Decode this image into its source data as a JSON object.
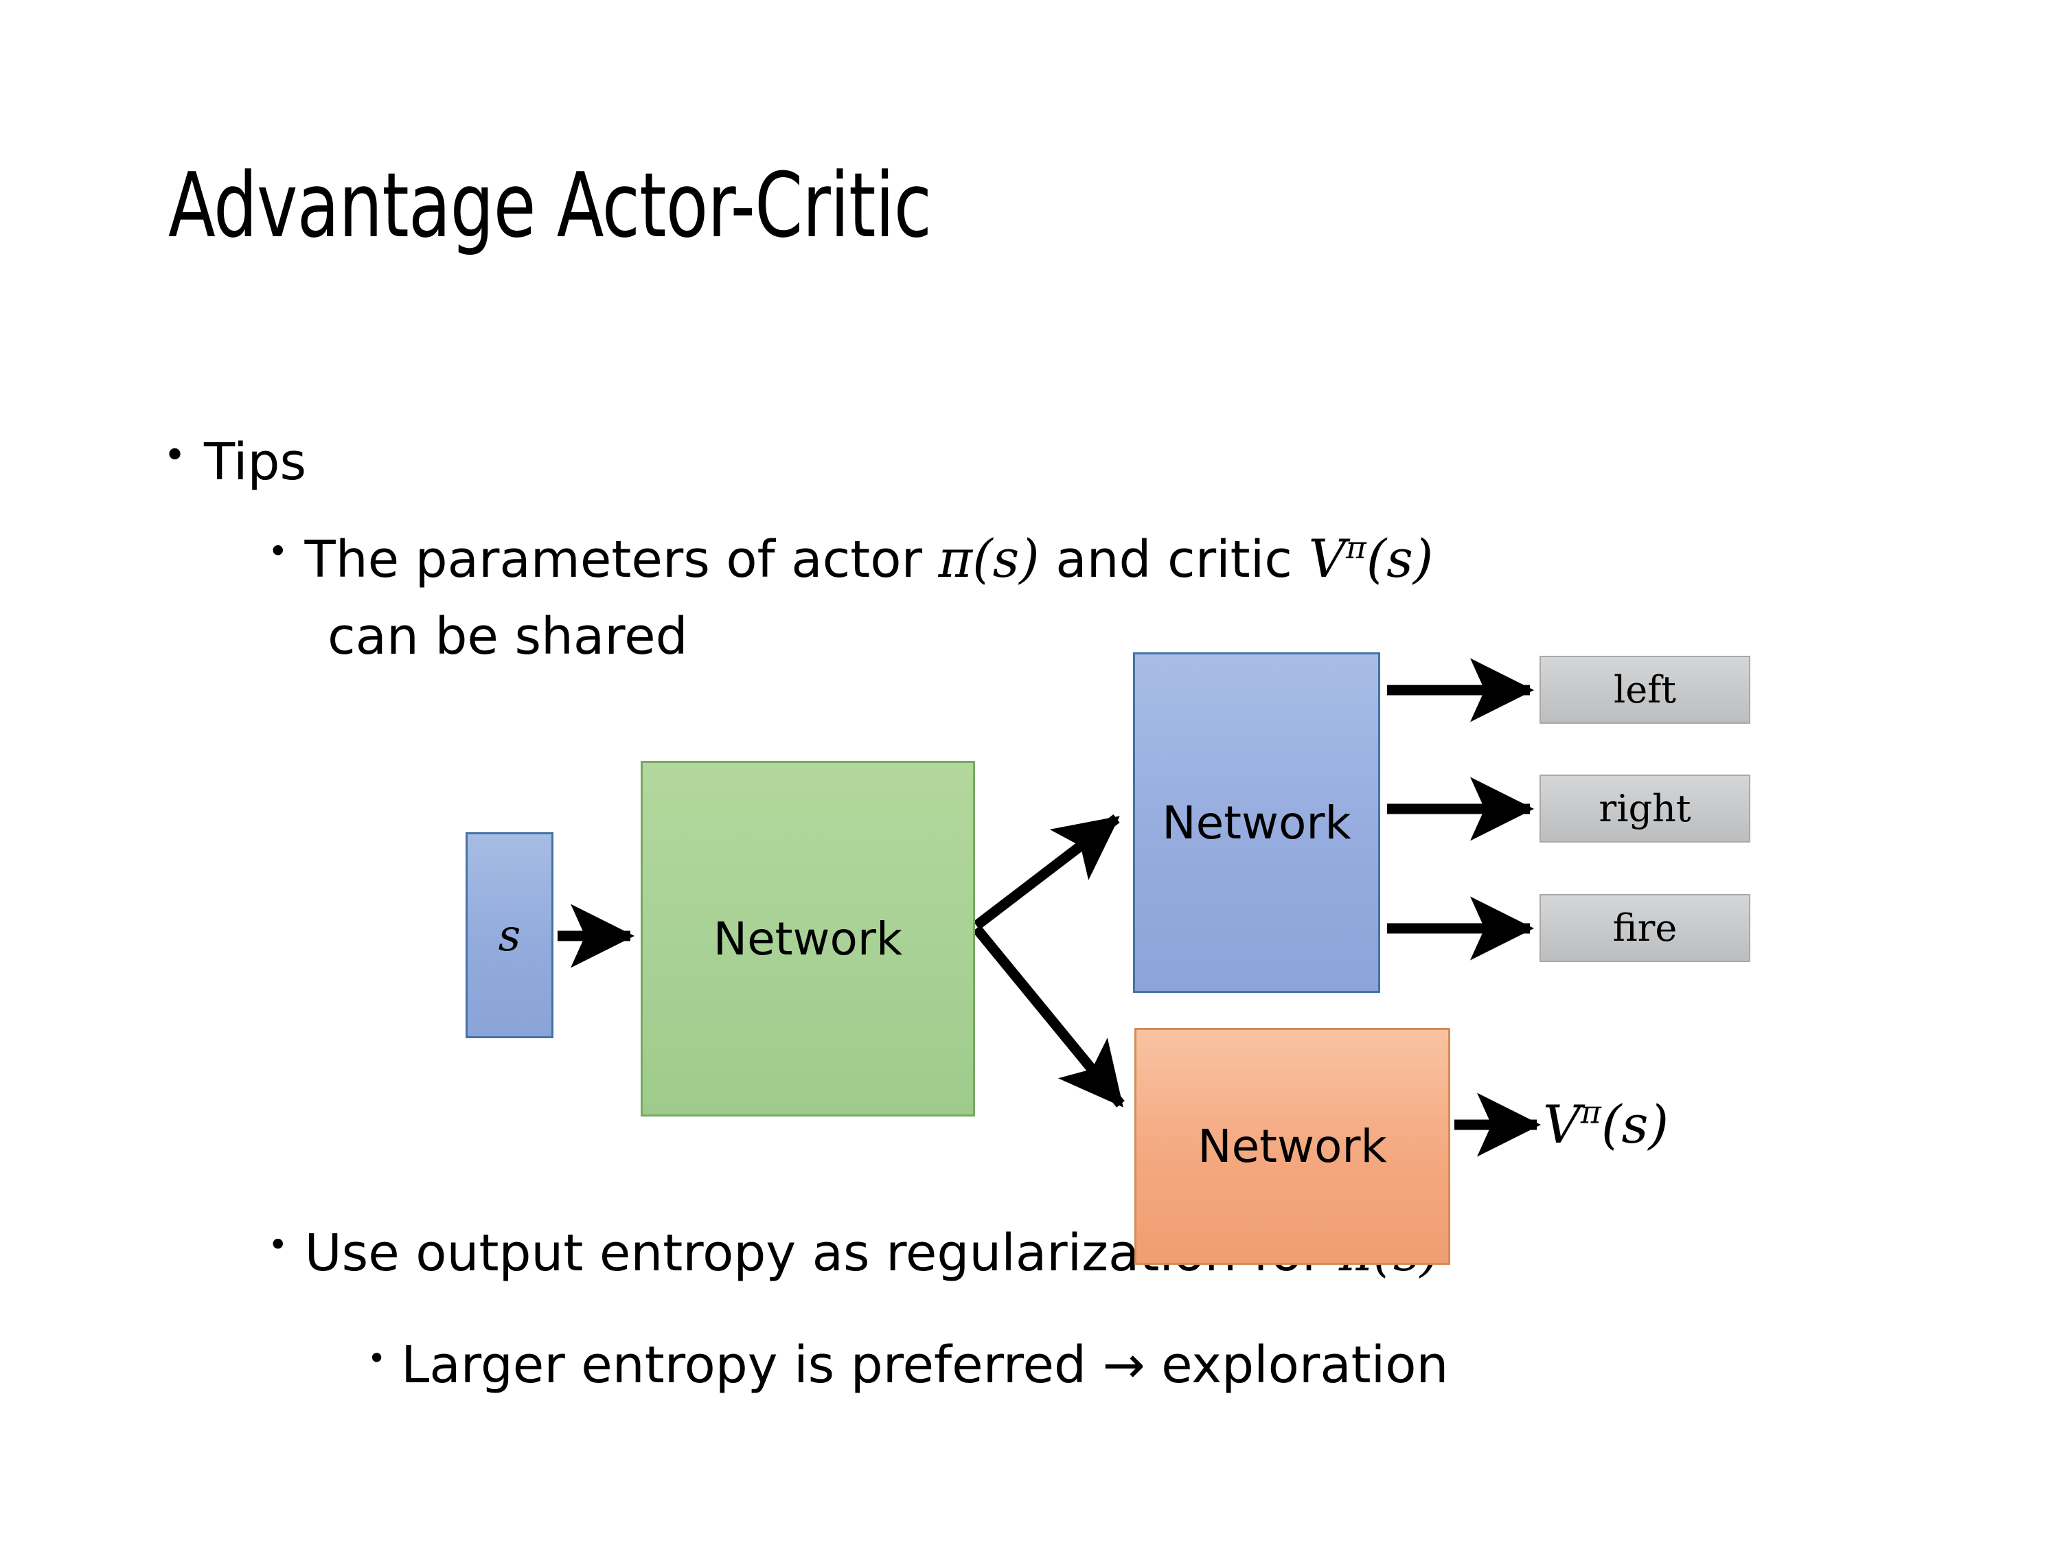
{
  "slide": {
    "title": "Advantage Actor-Critic",
    "background": "#ffffff"
  },
  "bullets": {
    "tips": {
      "marker": "•",
      "text": "Tips"
    },
    "parameters": {
      "marker": "•",
      "line1_pre": "The parameters of actor ",
      "line1_math_actor_pi": "π",
      "line1_math_actor_arg": "(s)",
      "line1_mid": "  and critic ",
      "line1_math_critic_V": "V",
      "line1_math_critic_sup": "π",
      "line1_math_critic_arg": "(s)",
      "line2": "can be shared"
    },
    "entropy": {
      "marker": "•",
      "text_pre": "Use output entropy as regularization for ",
      "math_pi": "π",
      "math_arg": "(s)"
    },
    "exploration": {
      "marker": "•",
      "text": "Larger entropy is preferred → exploration"
    }
  },
  "diagram": {
    "state_box": {
      "label": "s",
      "fill": "#92ABDC",
      "border": "#4472a8"
    },
    "shared_network": {
      "label": "Network",
      "fill": "#A8D195",
      "border": "#76a861"
    },
    "actor_network": {
      "label": "Network",
      "fill": "#96ACDE",
      "border": "#4472a8"
    },
    "critic_network": {
      "label": "Network",
      "fill": "#F4A87F",
      "border": "#d98b52"
    },
    "actions": [
      {
        "label": "left",
        "fill": "#C6C8CA",
        "border": "#a6a8aa"
      },
      {
        "label": "right",
        "fill": "#C6C8CA",
        "border": "#a6a8aa"
      },
      {
        "label": "fire",
        "fill": "#C6C8CA",
        "border": "#a6a8aa"
      }
    ],
    "critic_output": {
      "V": "V",
      "sup": "π",
      "arg": "(s)"
    },
    "arrow_color": "#000000"
  }
}
